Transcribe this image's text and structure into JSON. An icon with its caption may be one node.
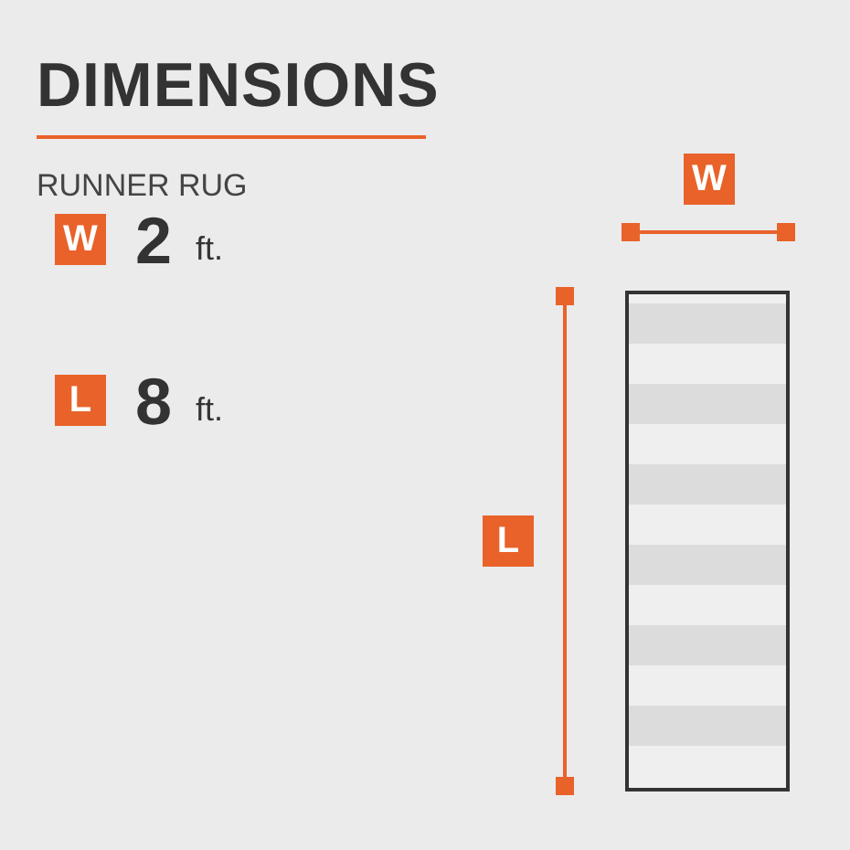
{
  "diagram": {
    "title": "DIMENSIONS",
    "labels": [
      "RUNNER RUG",
      "W",
      "W",
      "2",
      "ft.",
      "L",
      "8",
      "ft.",
      "L"
    ]
  }
}
